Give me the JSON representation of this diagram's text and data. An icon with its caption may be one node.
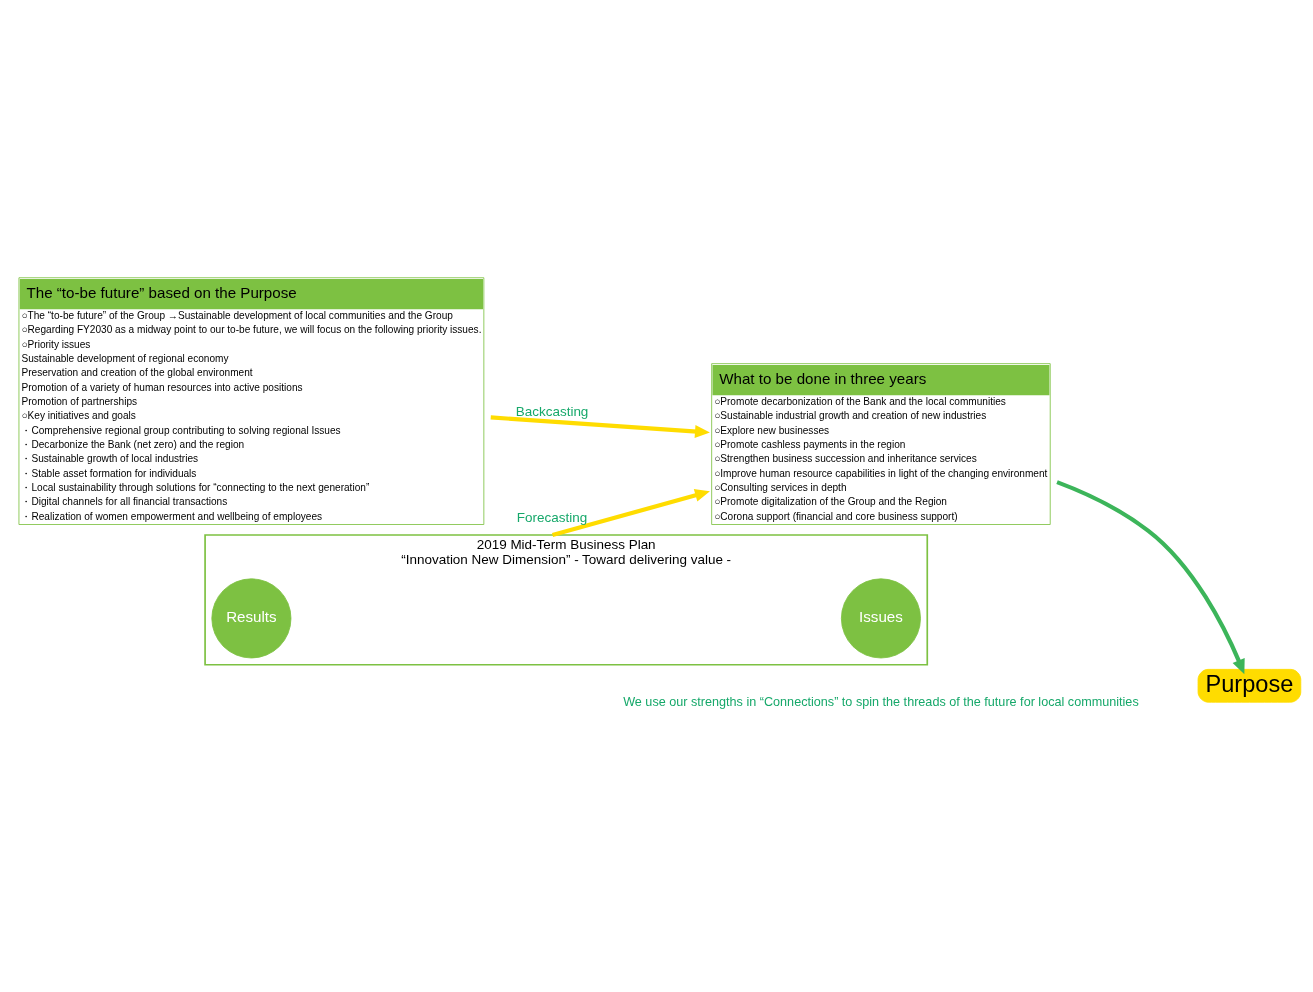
{
  "diagram": {
    "nodes": [
      {
        "text": [
          "Purpose"
        ]
      },
      {
        "text": [
          "The “to-be future” based on the Purpose",
          "○The “to-be future” of the Group →Sustainable development of local communities and the Group",
          "○Regarding FY2030 as a midway point to our to-be future, we will focus on the following priority issues.",
          "○Priority issues",
          "Sustainable development of regional economy",
          "Preservation and creation of the global environment",
          "Promotion of a variety of human resources into active positions",
          "Promotion of partnerships",
          "○Key initiatives and goals",
          "・Comprehensive regional group contributing to solving regional Issues",
          "・Decarbonize the Bank (net zero) and the region",
          "・Sustainable growth of local industries",
          "・Stable asset formation for individuals",
          "・Local sustainability through solutions for “connecting to the next generation”",
          "・Digital channels for all financial transactions",
          "・Realization of women empowerment and wellbeing of employees"
        ]
      },
      {
        "text": [
          "What to be done in three years",
          "○Promote decarbonization of the Bank and the local communities",
          "○Sustainable industrial growth and creation of new industries",
          "○Explore new businesses",
          "○Promote cashless payments in the region",
          "○Strengthen business succession and inheritance services",
          "○Improve human resource capabilities in light of the changing environment",
          "○Consulting services in depth",
          "○Promote digitalization of the Group and the Region",
          "○Corona support (financial and core business support)"
        ]
      },
      {
        "text": [
          "2019 Mid-Term Business Plan",
          "“Innovation New Dimension” - Toward delivering value -"
        ]
      },
      {
        "text": [
          "Results"
        ],
        "in": 3
      },
      {
        "text": [
          "Issues"
        ],
        "in": 3
      }
    ],
    "edges": [
      {
        "from": 1,
        "to": 2,
        "arrow": "to",
        "label": "Backcasting",
        "color": "#ffdc00"
      },
      {
        "from": 3,
        "to": 2,
        "arrow": "to",
        "label": "Forecasting",
        "color": "#ffdc00"
      },
      {
        "from": 2,
        "to": 0,
        "arrow": "to",
        "color": "#3cb55a"
      }
    ],
    "labels": [
      "We use our strengths in “Connections” to spin the threads of the future for local communities"
    ]
  }
}
